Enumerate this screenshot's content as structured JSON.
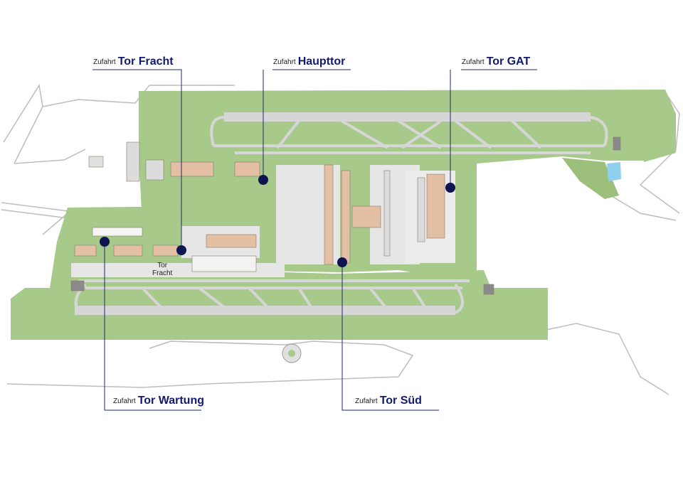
{
  "gates": {
    "fracht": {
      "prefix": "Zufahrt",
      "name": "Tor Fracht"
    },
    "haupttor": {
      "prefix": "Zufahrt",
      "name": "Haupttor"
    },
    "gat": {
      "prefix": "Zufahrt",
      "name": "Tor GAT"
    },
    "wartung": {
      "prefix": "Zufahrt",
      "name": "Tor Wartung"
    },
    "sued": {
      "prefix": "Zufahrt",
      "name": "Tor Süd"
    }
  },
  "map_labels": {
    "tor_fracht_line1": "Tor",
    "tor_fracht_line2": "Fracht"
  },
  "colors": {
    "airfield_green": "#a7c98a",
    "pavement": "#d9d9d9",
    "marker": "#0d1450",
    "callout_line": "#1f2a6b",
    "building": "#e3bfa3",
    "road": "#bdbdbd",
    "water": "#8fd0ef"
  },
  "icons": [
    "gate-marker-icon"
  ]
}
